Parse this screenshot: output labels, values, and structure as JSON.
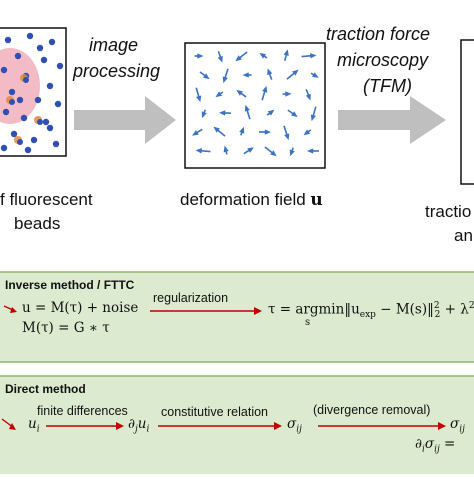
{
  "top": {
    "label_beads_1": "f fluorescent",
    "label_beads_2": "beads",
    "label_deformation": "deformation field ",
    "label_deformation_symbol": "u",
    "arrow1_line1": "image",
    "arrow1_line2": "processing",
    "arrow2_line1": "traction force",
    "arrow2_line2": "microscopy",
    "arrow2_line3": "(TFM)",
    "label_right_1": "tractio",
    "label_right_2": "an"
  },
  "inverse_panel": {
    "header": "Inverse method / FTTC",
    "eq1": "u = M(τ) + noise",
    "eq2": "M(τ) = G ∗ τ",
    "arrow_label": "regularization",
    "result_lhs": "τ = argmin",
    "result_sub": "s",
    "result_body": "‖u",
    "result_exp": "exp",
    "result_body2": " − M(s)‖",
    "result_sup": "2",
    "result_subtwo": "2",
    "result_tail": " + λ",
    "result_sup2": "2"
  },
  "direct_panel": {
    "header": "Direct method",
    "u_i": "u",
    "u_i_sub": "i",
    "arrow1_label": "finite differences",
    "grad": "∂",
    "grad_sub": "j",
    "grad_u": "u",
    "grad_u_sub": "i",
    "arrow2_label": "constitutive relation",
    "sigma": "σ",
    "sigma_sub": "ij",
    "arrow3_label": "(divergence removal)",
    "sigma2": "σ",
    "sigma2_sub": "ij",
    "div": "∂",
    "div_sub": "i",
    "div_sigma": "σ",
    "div_sigma_sub": "ij",
    "div_eq": " ="
  },
  "colors": {
    "panel_fill": "#dcebcf",
    "panel_border": "#8bb66f",
    "arrow_gray": "#bfbfbf",
    "red_arrow": "#c00000",
    "dot_blue": "#2f4fb3",
    "field_blue": "#3c73c4",
    "pink_cell": "#f2b4c0",
    "bead_orange": "#e08a3c"
  }
}
